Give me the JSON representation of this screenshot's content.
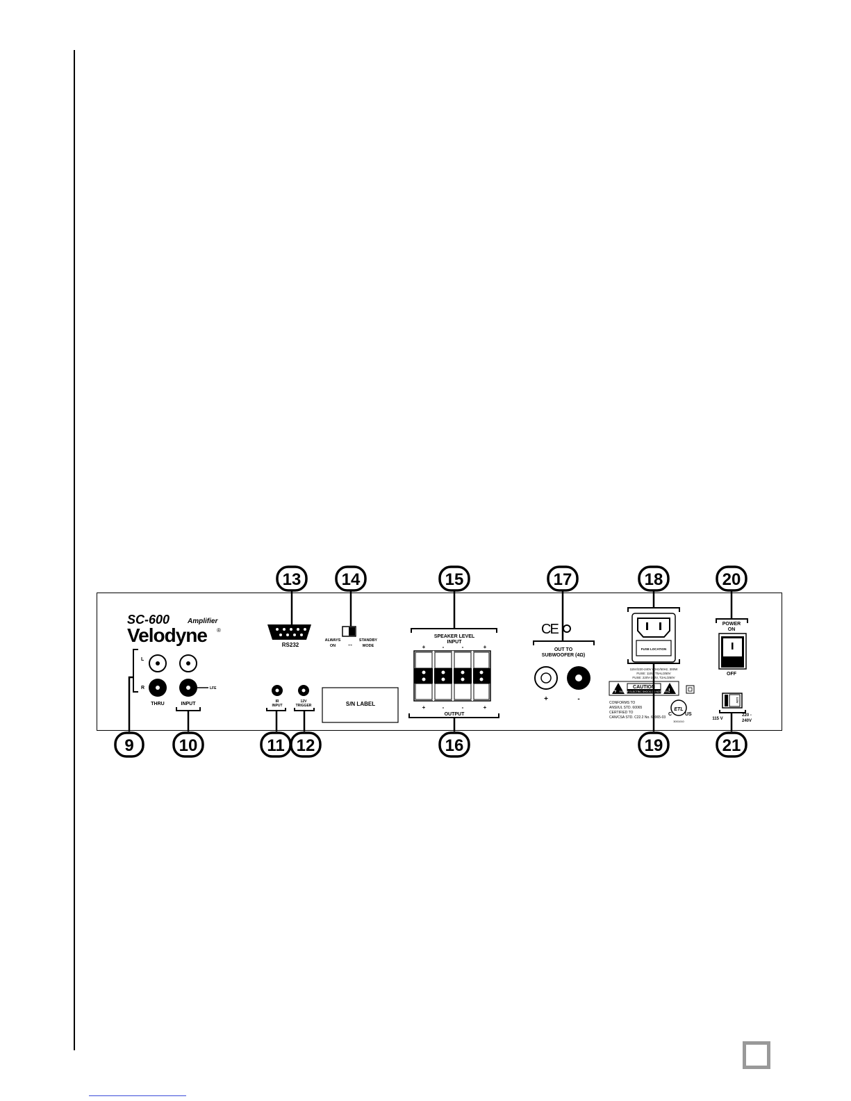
{
  "brand": {
    "model": "SC-600",
    "model_suffix": "Amplifier",
    "maker": "Velodyne",
    "registered": "®"
  },
  "labels": {
    "channel_l": "L",
    "channel_r": "R",
    "thru": "THRU",
    "input": "INPUT",
    "lfe": "LFE",
    "rs232": "RS232",
    "always_on": "ALWAYS ON",
    "standby_mode": "STANDBY MODE",
    "speaker_level": "SPEAKER LEVEL",
    "speaker_input": "INPUT",
    "speaker_output": "OUTPUT",
    "terminal_signs_top": [
      "+",
      "-",
      "-",
      "+"
    ],
    "terminal_signs_bottom": [
      "+",
      "-",
      "-",
      "+"
    ],
    "ir_input": "IR INPUT",
    "trigger_12v": "12V TRIGGER",
    "sn_label": "S/N LABEL",
    "out_to": "OUT TO",
    "subwoofer": "SUBWOOFER (4Ω)",
    "sub_plus": "+",
    "sub_minus": "-",
    "ce_mark": "CE",
    "fuse_location": "FUSE LOCATION",
    "power_rating": "115V/220-240V 60Hz/50Hz, 300W",
    "fuse_115": "FUSE: 115V, T5AL/250V",
    "fuse_220": "FUSE: 220V-240V, T2AL/250V",
    "caution": "CAUTION",
    "caution_sub": "RISK OF ELECTRIC SHOCK DO NOT OPEN",
    "conforms_1": "CONFORMS TO",
    "conforms_2": "ANSI/UL STD. 60065",
    "conforms_3": "CERTIFIED TO",
    "conforms_4": "CAN/CSA STD. C22.2 No. 60065-03",
    "etl_c": "C",
    "etl": "ETL",
    "etl_us": "US",
    "etl_number": "3001010",
    "power": "POWER",
    "power_on": "ON",
    "power_off": "OFF",
    "voltage_115": "115 V",
    "voltage_220": "220 -",
    "voltage_240": "240V",
    "selector_text": "115V"
  },
  "callouts": [
    "9",
    "10",
    "11",
    "12",
    "13",
    "14",
    "15",
    "16",
    "17",
    "18",
    "19",
    "20",
    "21"
  ],
  "colors": {
    "ink": "#000000",
    "page_box": "#999999",
    "link_rule": "#3a4bd8"
  }
}
